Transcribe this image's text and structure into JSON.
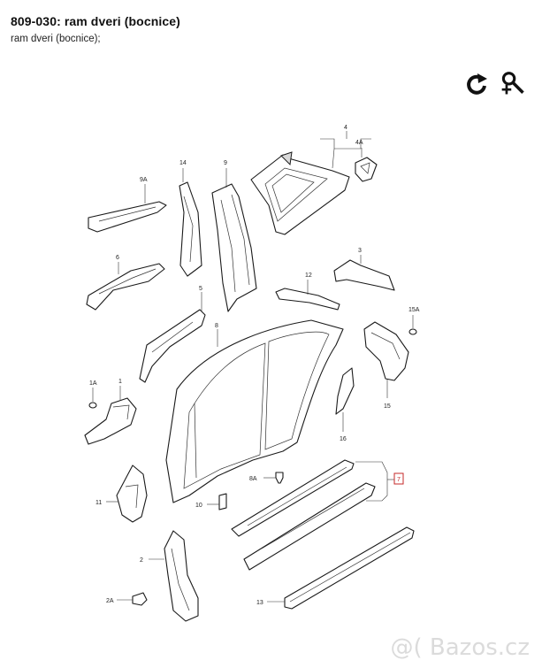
{
  "header": {
    "title": "809-030: ram dveri (bocnice)",
    "subtitle": "ram dveri (bocnice);"
  },
  "toolbar": {
    "refresh_icon": "refresh-icon",
    "zoom_icon": "zoom-person-icon"
  },
  "labels": {
    "p1": "1",
    "p1a": "1A",
    "p2": "2",
    "p2a": "2A",
    "p3": "3",
    "p4": "4",
    "p4a": "4A",
    "p5": "5",
    "p6": "6",
    "p7": "7",
    "p8": "8",
    "p8a": "8A",
    "p9": "9",
    "p9a": "9A",
    "p10": "10",
    "p11": "11",
    "p12": "12",
    "p13": "13",
    "p14": "14",
    "p15": "15",
    "p15a": "15A",
    "p16": "16"
  },
  "watermark": "@( Bazos.cz",
  "colors": {
    "highlight": "#c62828"
  }
}
